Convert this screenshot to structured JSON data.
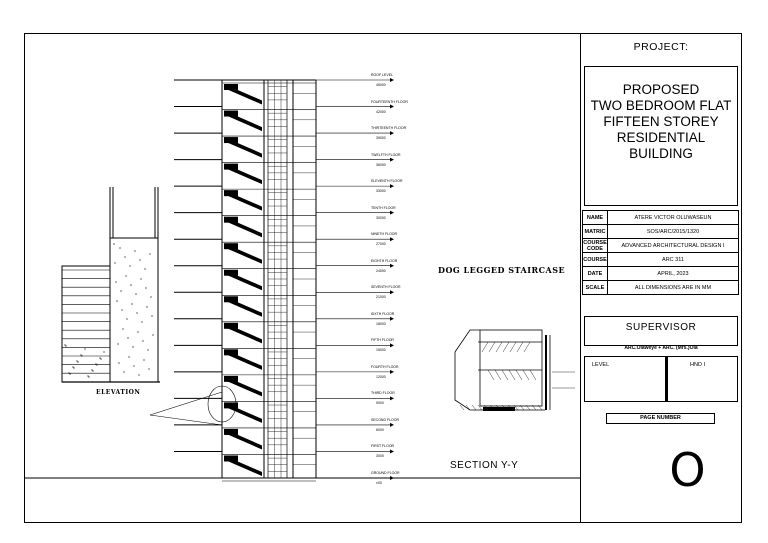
{
  "title_block": {
    "project_label": "PROJECT:",
    "title_lines": [
      "PROPOSED",
      "TWO BEDROOM FLAT",
      "FIFTEEN STOREY",
      "RESIDENTIAL",
      "BUILDING"
    ],
    "rows": [
      {
        "key": "NAME",
        "value": "ATERE VICTOR OLUWASEUN"
      },
      {
        "key": "MATRIC",
        "value": "SOS/ARC/2015/1320"
      },
      {
        "key": "COURSE CODE",
        "value": "ADVANCED ARCHITECTURAL DESIGN I"
      },
      {
        "key": "COURSE",
        "value": "ARC 311"
      },
      {
        "key": "DATE",
        "value": "APRIL, 2023"
      },
      {
        "key": "SCALE",
        "value": "ALL DIMENSIONS ARE IN MM"
      }
    ],
    "supervisor_label": "SUPERVISOR",
    "supervisor_names": "ARC.Olaweye  +  ARC. (Mrs.)Ola",
    "level_label": "LEVEL",
    "level_value": "HND I",
    "page_number_label": "PAGE NUMBER",
    "page_number_value": "O"
  },
  "captions": {
    "elevation": "ELEVATION",
    "dog_legged": "DOG LEGGED STAIRCASE",
    "section": "SECTION Y-Y"
  },
  "floor_levels": [
    {
      "label": "ROOF LEVEL",
      "value": "45000"
    },
    {
      "label": "FOURTEENTH FLOOR",
      "value": "42000"
    },
    {
      "label": "THIRTEENTH FLOOR",
      "value": "39000"
    },
    {
      "label": "TWELFTH FLOOR",
      "value": "36000"
    },
    {
      "label": "ELEVENTH FLOOR",
      "value": "33000"
    },
    {
      "label": "TENTH FLOOR",
      "value": "30000"
    },
    {
      "label": "NINETH FLOOR",
      "value": "27000"
    },
    {
      "label": "EIGHTH FLOOR",
      "value": "24000"
    },
    {
      "label": "SEVENTH FLOOR",
      "value": "21000"
    },
    {
      "label": "SIXTH FLOOR",
      "value": "18000"
    },
    {
      "label": "FIFTH FLOOR",
      "value": "15000"
    },
    {
      "label": "FOURTH FLOOR",
      "value": "12000"
    },
    {
      "label": "THIRD FLOOR",
      "value": "9000"
    },
    {
      "label": "SECOND FLOOR",
      "value": "6000"
    },
    {
      "label": "FIRST FLOOR",
      "value": "3000"
    },
    {
      "label": "GROUND FLOOR",
      "value": "±00"
    }
  ]
}
